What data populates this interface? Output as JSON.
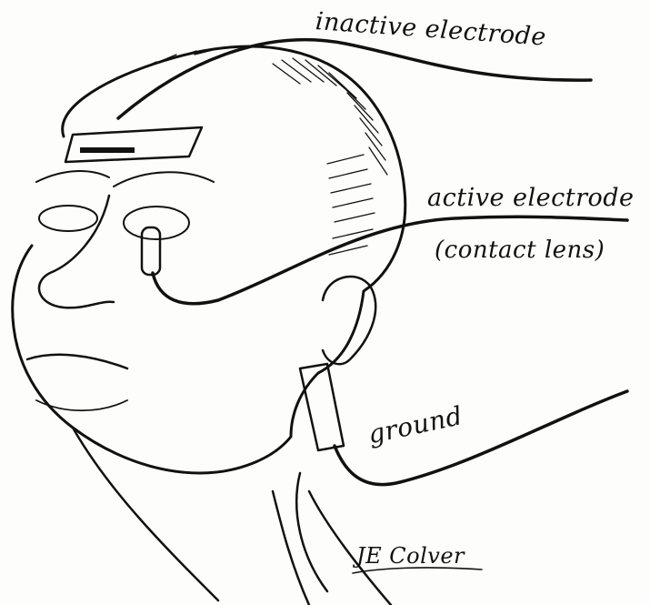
{
  "labels": {
    "inactive": "inactive electrode",
    "active": "active electrode",
    "lens": "(contact lens)",
    "ground": "ground"
  },
  "signature": "JE Colver",
  "parts": [
    "head",
    "forehead-electrode-patch",
    "contact-lens-electrode",
    "ear-clip-electrode",
    "inactive-electrode-wire",
    "active-electrode-wire",
    "ground-wire"
  ],
  "colors": {
    "ink": "#111111",
    "paper": "#fdfdfb"
  }
}
